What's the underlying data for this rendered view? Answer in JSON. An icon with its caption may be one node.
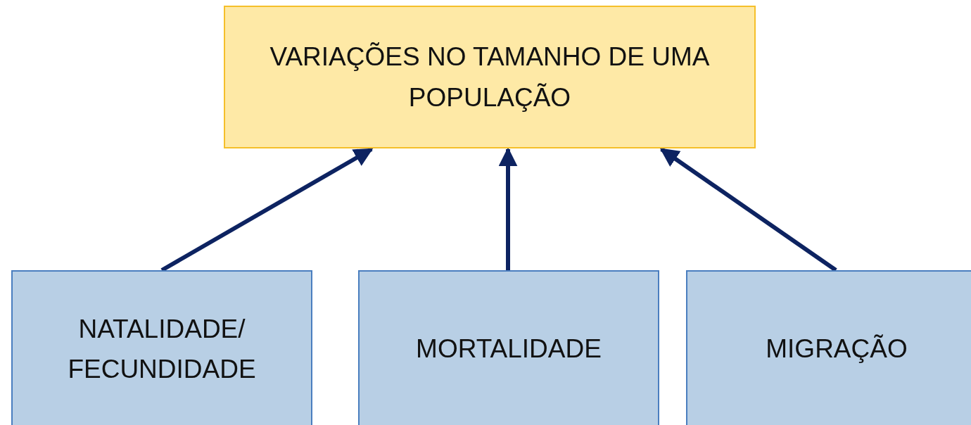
{
  "diagram": {
    "nodes": [
      {
        "text": [
          "VARIAÇÕES NO TAMANHO DE UMA POPULAÇÃO"
        ]
      },
      {
        "text": [
          "NATALIDADE/ FECUNDIDADE"
        ]
      },
      {
        "text": [
          "MORTALIDADE"
        ]
      },
      {
        "text": [
          "MIGRAÇÃO"
        ]
      }
    ],
    "edges": [
      {
        "from": 1,
        "to": 0,
        "arrow": "to"
      },
      {
        "from": 2,
        "to": 0,
        "arrow": "to"
      },
      {
        "from": 3,
        "to": 0,
        "arrow": "to"
      }
    ]
  }
}
